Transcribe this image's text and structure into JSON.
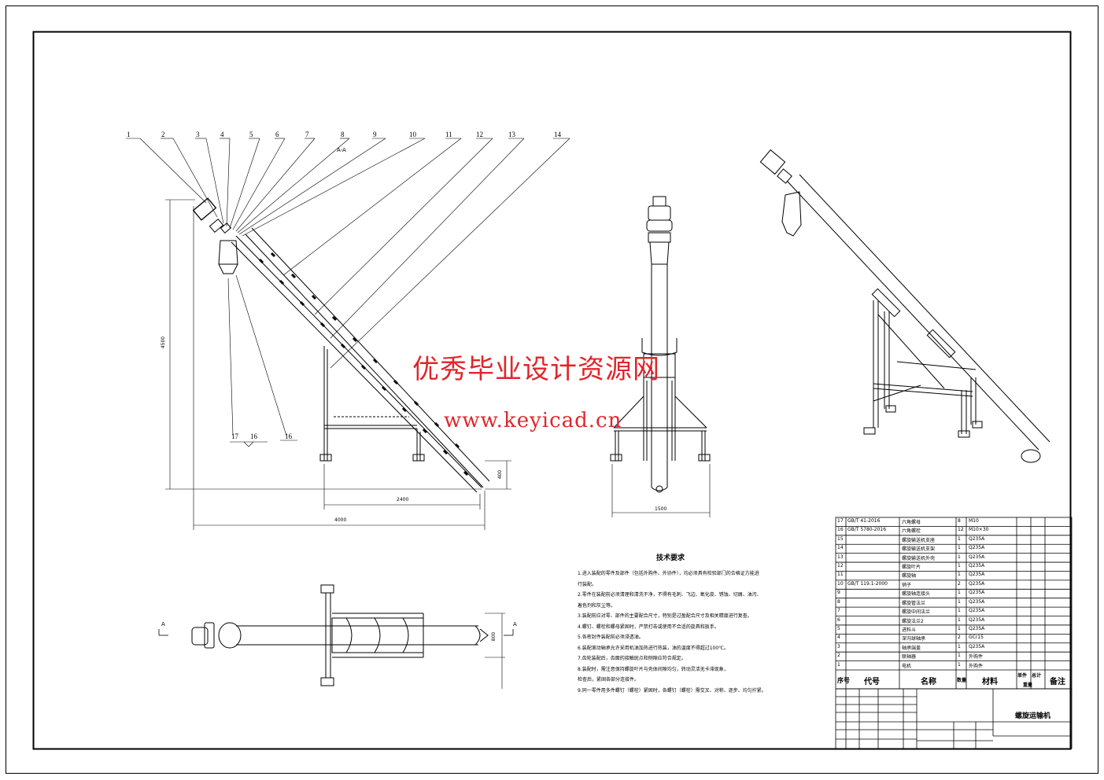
{
  "watermark": {
    "line1": "优秀毕业设计资源网",
    "line2": "www.keyicad.cn"
  },
  "section_label": "A-A",
  "section_marks": [
    "A",
    "A"
  ],
  "balloons": [
    "1",
    "2",
    "3",
    "4",
    "5",
    "6",
    "7",
    "8",
    "9",
    "10",
    "11",
    "12",
    "13",
    "14"
  ],
  "bottom_balloons": [
    "17",
    "16",
    "16"
  ],
  "dimensions": {
    "height": "4500",
    "support_span": "2400",
    "overall_length": "4000",
    "end_height": "400",
    "width_front": "1500",
    "width_plan": "800"
  },
  "tech_requirements": {
    "title": "技术要求",
    "items": [
      "1.进入装配的零件及部件（包括外购件、外协件），均必须具有检验部门的合格证方能进",
      "   行装配。",
      "2.零件在装配前必须清理和清洗干净，不得有毛刺、飞边、氧化皮、锈蚀、切屑、油污、",
      "   着色剂和灰尘等。",
      "3.装配前应对零、部件的主要配合尺寸，特别是过盈配合尺寸及相关精度进行复查。",
      "4.螺钉、螺栓和螺母紧固时，严禁打击或使用不合适的旋具和扳手。",
      "5.各密封件装配前必须浸透油。",
      "6.装配滚动轴承允许采用机油加热进行热装，油的温度不得超过100℃。",
      "7.齿轮装配后，齿面的接触斑点和侧隙应符合规定。",
      "8.装配时，需注意保持螺旋叶片与壳体间隙均匀，转动灵活无卡滞现象，",
      "   检查后，紧固各部分连接件。",
      "9.同一零件用多件螺钉（螺栓）紧固时，各螺钉（螺栓）需交叉、对称、逐步、均匀拧紧。"
    ]
  },
  "bom": {
    "rows": [
      {
        "no": "17",
        "code": "GB/T 41-2016",
        "name": "六角螺母",
        "qty": "8",
        "material": "M10"
      },
      {
        "no": "16",
        "code": "GB/T 5780-2016",
        "name": "六角螺栓",
        "qty": "12",
        "material": "M10×30"
      },
      {
        "no": "15",
        "code": "",
        "name": "螺旋输送机支座",
        "qty": "1",
        "material": "Q235A"
      },
      {
        "no": "14",
        "code": "",
        "name": "螺旋输送机支架",
        "qty": "1",
        "material": "Q235A"
      },
      {
        "no": "13",
        "code": "",
        "name": "螺旋输送机外壳",
        "qty": "1",
        "material": "Q235A"
      },
      {
        "no": "12",
        "code": "",
        "name": "螺旋叶片",
        "qty": "1",
        "material": "Q235A"
      },
      {
        "no": "11",
        "code": "",
        "name": "螺旋轴",
        "qty": "1",
        "material": "Q235A"
      },
      {
        "no": "10",
        "code": "GB/T 119.1-2000",
        "name": "销子",
        "qty": "2",
        "material": "Q235A"
      },
      {
        "no": "9",
        "code": "",
        "name": "螺旋轴连接头",
        "qty": "1",
        "material": "Q235A"
      },
      {
        "no": "8",
        "code": "",
        "name": "螺旋管法兰",
        "qty": "1",
        "material": "Q235A"
      },
      {
        "no": "7",
        "code": "",
        "name": "螺旋中间法兰",
        "qty": "1",
        "material": "Q235A"
      },
      {
        "no": "6",
        "code": "",
        "name": "螺旋法兰2",
        "qty": "1",
        "material": "Q235A"
      },
      {
        "no": "5",
        "code": "",
        "name": "进料斗",
        "qty": "1",
        "material": "Q235A"
      },
      {
        "no": "4",
        "code": "",
        "name": "深沟球轴承",
        "qty": "2",
        "material": "GCr15"
      },
      {
        "no": "3",
        "code": "",
        "name": "轴承端盖",
        "qty": "1",
        "material": "Q235A"
      },
      {
        "no": "2",
        "code": "",
        "name": "联轴器",
        "qty": "1",
        "material": "外购件"
      },
      {
        "no": "1",
        "code": "",
        "name": "电机",
        "qty": "1",
        "material": "外购件"
      }
    ],
    "header": {
      "no": "序号",
      "code": "代号",
      "name": "名称",
      "qty": "数量",
      "material": "材料",
      "single": "单件",
      "total": "总计",
      "weight": "重量",
      "remark": "备注"
    }
  },
  "title_block": {
    "drawing_name": "螺旋运输机"
  }
}
